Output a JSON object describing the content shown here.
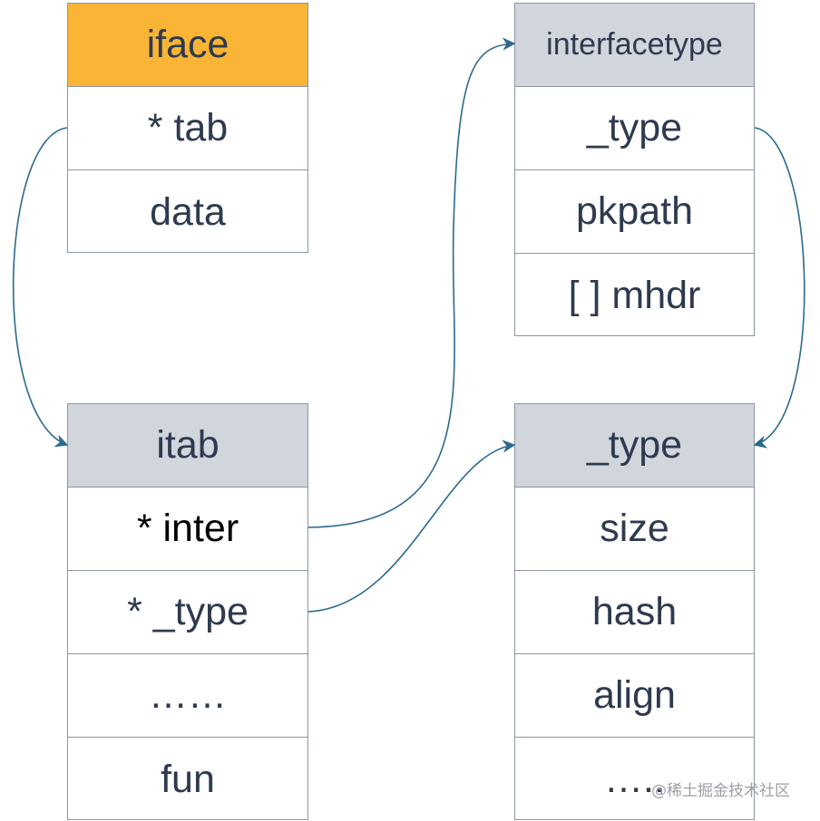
{
  "iface": {
    "header": "iface",
    "fields": [
      "* tab",
      "data"
    ]
  },
  "itab": {
    "header": "itab",
    "fields": [
      "* inter",
      "* _type",
      "……",
      "fun"
    ]
  },
  "interfacetype": {
    "header": "interfacetype",
    "fields": [
      "_type",
      "pkpath",
      "[ ] mhdr"
    ]
  },
  "type": {
    "header": "_type",
    "fields": [
      "size",
      "hash",
      "align",
      "….."
    ]
  },
  "watermark": "@稀土掘金技术社区",
  "colors": {
    "iface_header": "#fbb536",
    "header": "#d1d5dc",
    "border": "#8a96a6",
    "arrow": "#2b6a8e",
    "text": "#2e3a4f"
  }
}
